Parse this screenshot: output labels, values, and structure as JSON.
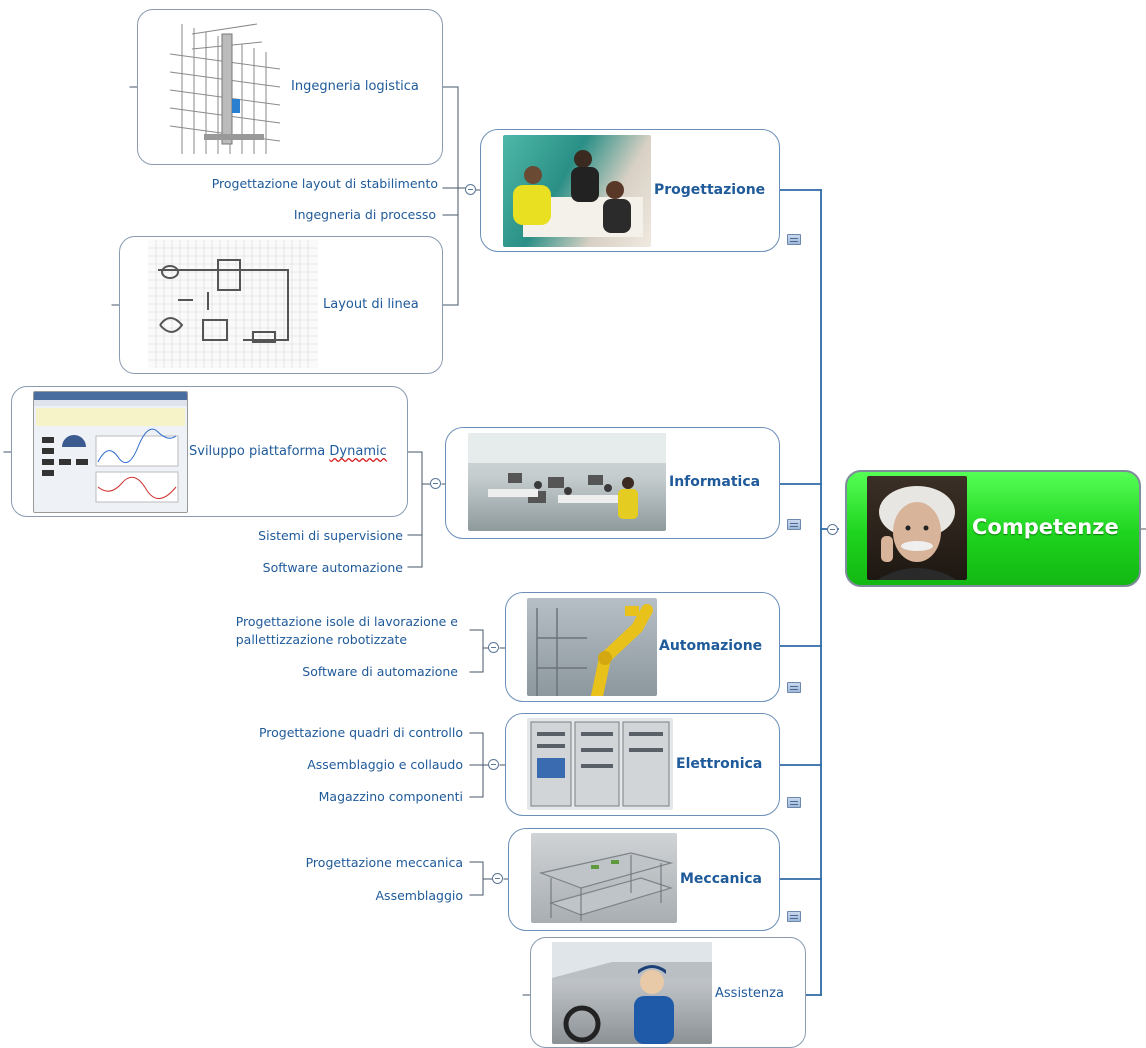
{
  "root": {
    "title": "Competenze",
    "image_icon": "portrait-photo"
  },
  "branches": [
    {
      "key": "progettazione",
      "title": "Progettazione",
      "image_icon": "team-meeting-photo",
      "children": [
        {
          "label": "Ingegneria logistica",
          "image_icon": "warehouse-rack-drawing"
        },
        {
          "label": "Progettazione layout di stabilimento"
        },
        {
          "label": "Ingegneria di processo"
        },
        {
          "label": "Layout di linea",
          "image_icon": "line-layout-drawing"
        }
      ]
    },
    {
      "key": "informatica",
      "title": "Informatica",
      "image_icon": "office-photo",
      "children": [
        {
          "label_prefix": "Sviluppo piattaforma ",
          "label_suffix": "Dynamic",
          "image_icon": "software-screenshot"
        },
        {
          "label": "Sistemi di supervisione"
        },
        {
          "label": "Software automazione"
        }
      ]
    },
    {
      "key": "automazione",
      "title": "Automazione",
      "image_icon": "robot-arm-photo",
      "children": [
        {
          "label_line1": "Progettazione isole di lavorazione e",
          "label_line2": "pallettizzazione robotizzate"
        },
        {
          "label": "Software di automazione"
        }
      ]
    },
    {
      "key": "elettronica",
      "title": "Elettronica",
      "image_icon": "control-panel-photo",
      "children": [
        {
          "label": "Progettazione quadri di controllo"
        },
        {
          "label": "Assemblaggio e collaudo"
        },
        {
          "label": "Magazzino componenti"
        }
      ]
    },
    {
      "key": "meccanica",
      "title": "Meccanica",
      "image_icon": "conveyor-photo",
      "children": [
        {
          "label": "Progettazione meccanica"
        },
        {
          "label": "Assemblaggio"
        }
      ]
    },
    {
      "key": "assistenza",
      "title": "Assistenza",
      "image_icon": "technician-van-photo",
      "children": []
    }
  ],
  "colors": {
    "connector": "#2f6aa6",
    "branch_text": "#1f5a9a",
    "root_fill": "#22dd22",
    "node_border": "#6b8fb8"
  }
}
